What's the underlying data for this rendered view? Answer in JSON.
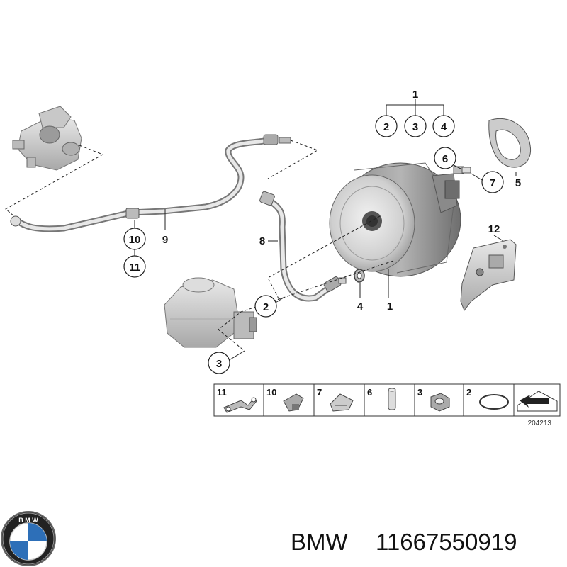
{
  "callouts": {
    "c1_top": "1",
    "c2_top": "2",
    "c3_top": "3",
    "c4_top": "4",
    "c6": "6",
    "c7": "7",
    "c5": "5",
    "c10": "10",
    "c11": "11",
    "c9": "9",
    "c8": "8",
    "c12": "12",
    "c2_mid": "2",
    "c4_mid": "4",
    "c1_mid": "1",
    "c3_bottom": "3"
  },
  "legend": [
    "11",
    "10",
    "7",
    "6",
    "3",
    "2"
  ],
  "diagram_number": "204213",
  "footer": {
    "brand": "BMW",
    "part_number": "11667550919"
  },
  "logo": {
    "text_top": "BMW"
  }
}
